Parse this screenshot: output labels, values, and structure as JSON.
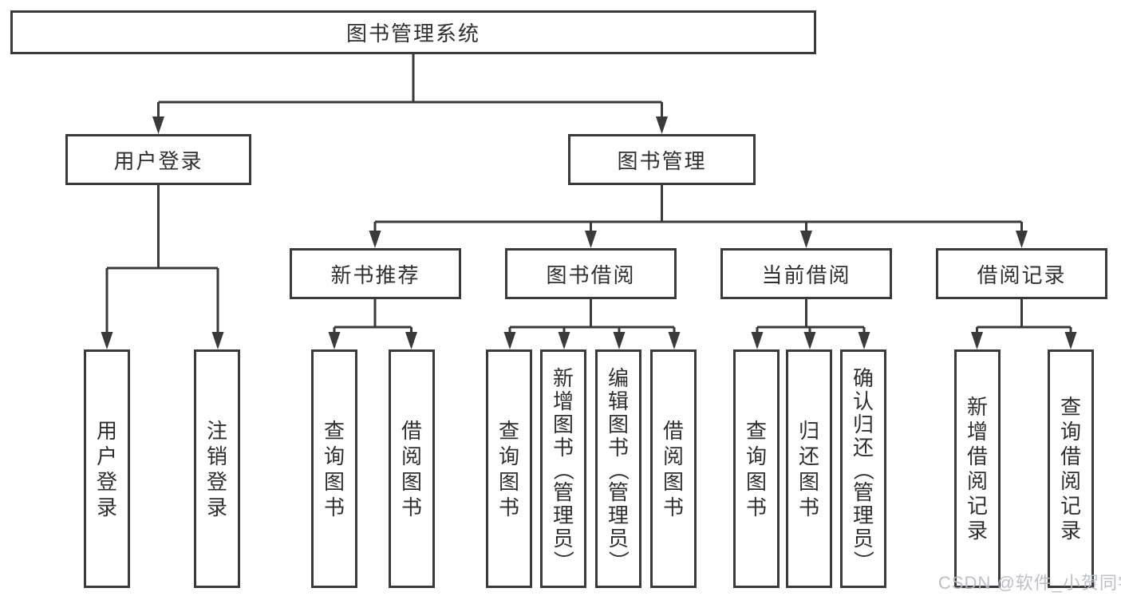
{
  "diagram": {
    "root": {
      "label": "图书管理系统"
    },
    "level2": [
      {
        "label": "用户登录"
      },
      {
        "label": "图书管理"
      }
    ],
    "level3": [
      {
        "label": "新书推荐"
      },
      {
        "label": "图书借阅"
      },
      {
        "label": "当前借阅"
      },
      {
        "label": "借阅记录"
      }
    ],
    "leaves": [
      {
        "label": "用户登录"
      },
      {
        "label": "注销登录"
      },
      {
        "label": "查询图书"
      },
      {
        "label": "借阅图书"
      },
      {
        "label": "查询图书"
      },
      {
        "label": "新增图书（管理员）"
      },
      {
        "label": "编辑图书（管理员）"
      },
      {
        "label": "借阅图书"
      },
      {
        "label": "查询图书"
      },
      {
        "label": "归还图书"
      },
      {
        "label": "确认归还（管理员）"
      },
      {
        "label": "新增借阅记录"
      },
      {
        "label": "查询借阅记录"
      }
    ]
  },
  "watermark": {
    "text": "CSDN @软件_小贺同学"
  },
  "colors": {
    "line": "#3a3a3a",
    "text": "#2f2f2f",
    "background": "#ffffff",
    "watermark": "#b7bbc2"
  }
}
